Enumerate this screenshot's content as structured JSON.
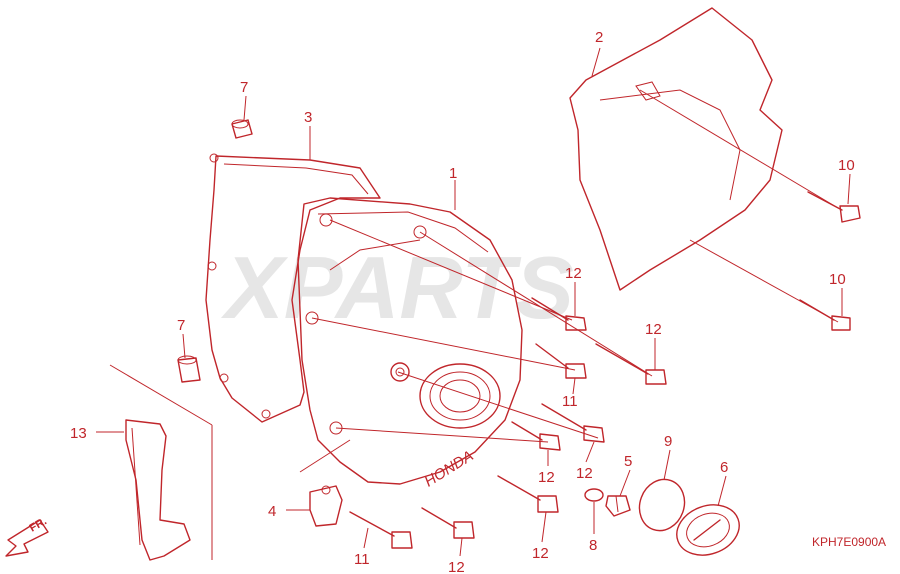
{
  "watermark": "XPARTS",
  "diagram_code": "KPH7E0900A",
  "front_indicator": "FR.",
  "cover_brand": "HONDA",
  "callouts": [
    {
      "id": "c1",
      "text": "1"
    },
    {
      "id": "c2",
      "text": "2"
    },
    {
      "id": "c3",
      "text": "3"
    },
    {
      "id": "c4",
      "text": "4"
    },
    {
      "id": "c5",
      "text": "5"
    },
    {
      "id": "c6",
      "text": "6"
    },
    {
      "id": "c7a",
      "text": "7"
    },
    {
      "id": "c7b",
      "text": "7"
    },
    {
      "id": "c8",
      "text": "8"
    },
    {
      "id": "c9",
      "text": "9"
    },
    {
      "id": "c10a",
      "text": "10"
    },
    {
      "id": "c10b",
      "text": "10"
    },
    {
      "id": "c11a",
      "text": "11"
    },
    {
      "id": "c11b",
      "text": "11"
    },
    {
      "id": "c12a",
      "text": "12"
    },
    {
      "id": "c12b",
      "text": "12"
    },
    {
      "id": "c12c",
      "text": "12"
    },
    {
      "id": "c12d",
      "text": "12"
    },
    {
      "id": "c12e",
      "text": "12"
    },
    {
      "id": "c12f",
      "text": "12"
    },
    {
      "id": "c13",
      "text": "13"
    }
  ],
  "colors": {
    "line": "#c0262b",
    "watermark": "#e6e6e6",
    "background": "#ffffff"
  }
}
